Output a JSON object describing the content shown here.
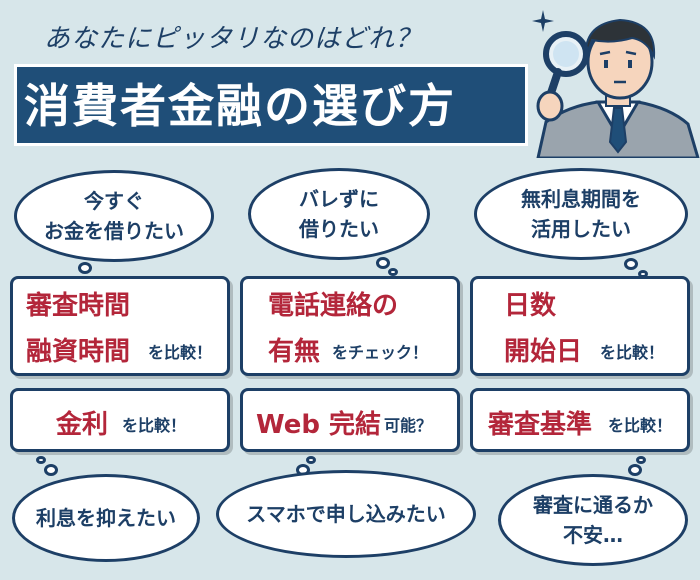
{
  "header": {
    "subtitle": "あなたにピッタリなのはどれ？",
    "title": "消費者金融の選び方"
  },
  "bubbles_top": [
    {
      "lines": [
        "今すぐ",
        "お金を借りたい"
      ]
    },
    {
      "lines": [
        "バレずに",
        "借りたい"
      ]
    },
    {
      "lines": [
        "無利息期間を",
        "活用したい"
      ]
    }
  ],
  "cards_top": [
    {
      "lines": [
        "審査時間",
        "融資時間"
      ],
      "suffix": "を比較！"
    },
    {
      "lines": [
        "電話連絡の",
        "有無"
      ],
      "suffix": "をチェック！"
    },
    {
      "lines": [
        "日数",
        "開始日"
      ],
      "suffix": "を比較！"
    }
  ],
  "cards_bottom": [
    {
      "main": "金利",
      "suffix": "を比較！"
    },
    {
      "main": "Web 完結",
      "suffix": "可能？"
    },
    {
      "main": "審査基準",
      "suffix": "を比較！"
    }
  ],
  "bubbles_bottom": [
    {
      "lines": [
        "利息を抑えたい"
      ]
    },
    {
      "lines": [
        "スマホで申し込みたい"
      ]
    },
    {
      "lines": [
        "審査に通るか",
        "不安…"
      ]
    }
  ],
  "icons": {
    "sparkle": "sparkle-icon",
    "magnifier": "magnifying-glass-icon"
  },
  "colors": {
    "background": "#d7e6ea",
    "navy": "#1d3f66",
    "title_band": "#1f4e78",
    "accent_red": "#b3263a"
  }
}
